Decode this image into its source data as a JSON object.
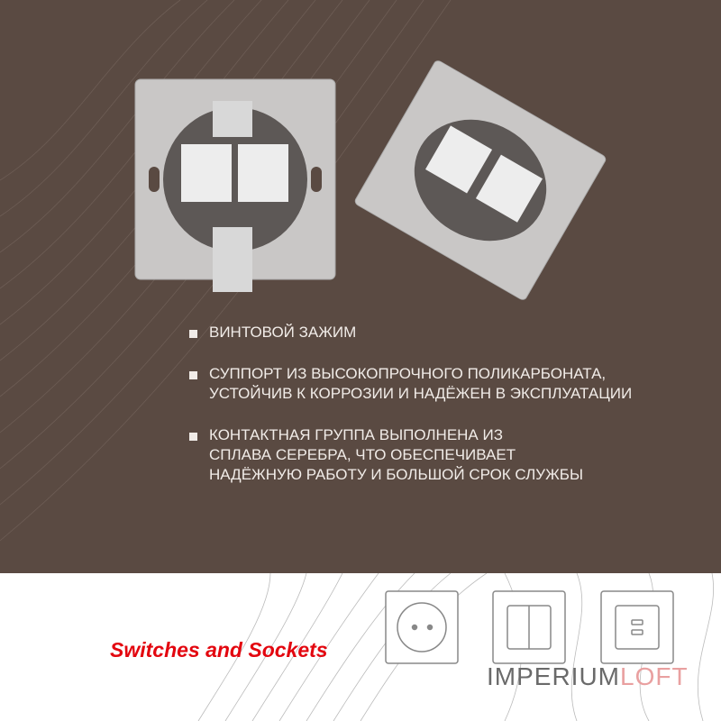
{
  "features": [
    {
      "lines": [
        "ВИНТОВОЙ ЗАЖИМ"
      ]
    },
    {
      "lines": [
        "СУППОРТ ИЗ ВЫСОКОПРОЧНОГО ПОЛИКАРБОНАТА,",
        "УСТОЙЧИВ К КОРРОЗИИ И НАДЁЖЕН В ЭКСПЛУАТАЦИИ"
      ]
    },
    {
      "lines": [
        "КОНТАКТНАЯ ГРУППА ВЫПОЛНЕНА ИЗ",
        "СПЛАВА СЕРЕБРА, ЧТО ОБЕСПЕЧИВАЕТ",
        "НАДЁЖНУЮ РАБОТУ И БОЛЬШОЙ СРОК СЛУЖБЫ"
      ]
    }
  ],
  "tagline": "Switches and Sockets",
  "logo": {
    "part1": "IMPERIUM",
    "part2": "LOFT"
  },
  "colors": {
    "background": "#5a4a42",
    "tagline": "#e3060f",
    "bottom": "#ffffff"
  }
}
